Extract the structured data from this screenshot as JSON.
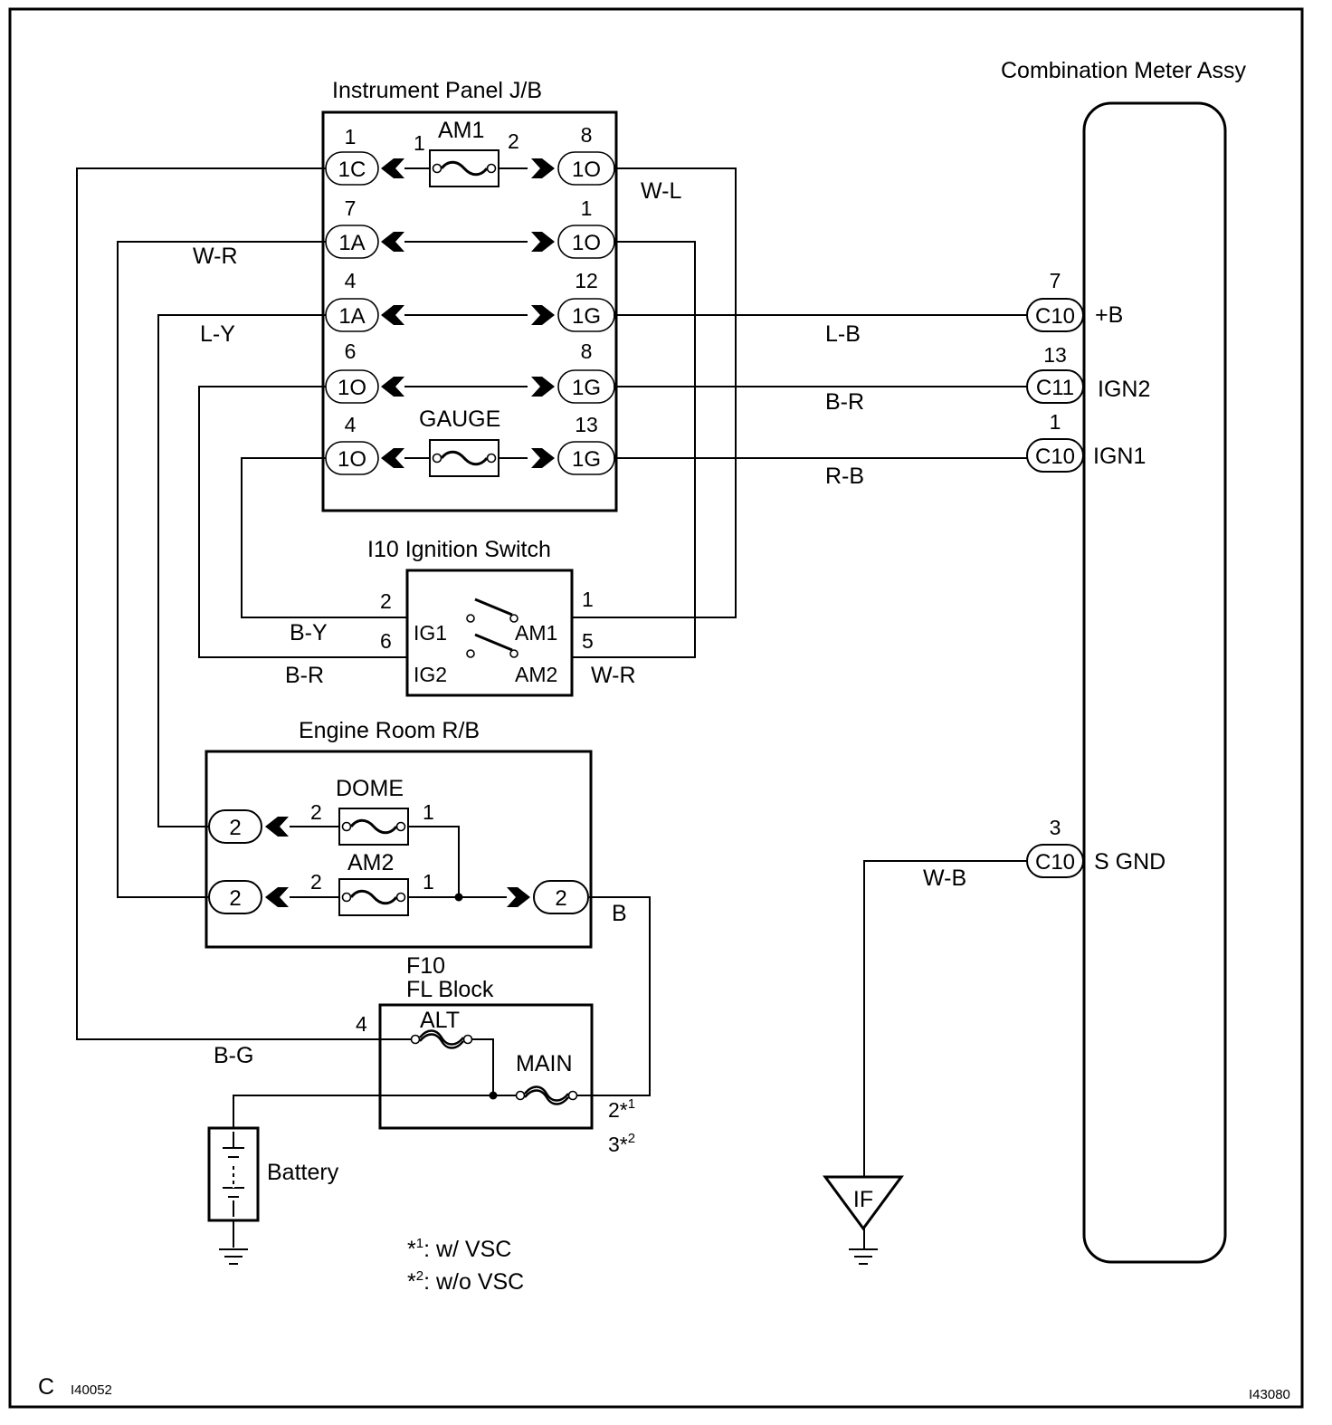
{
  "components": {
    "instrument_panel_jb": "Instrument Panel J/B",
    "combination_meter": "Combination Meter Assy",
    "ignition_switch": "I10 Ignition Switch",
    "engine_room_rb": "Engine Room R/B",
    "fl_block_code": "F10",
    "fl_block_name": "FL Block",
    "battery": "Battery",
    "ground_point": "IF"
  },
  "fuses": {
    "am1": "AM1",
    "gauge": "GAUGE",
    "dome": "DOME",
    "am2": "AM2",
    "alt": "ALT",
    "main": "MAIN"
  },
  "jb_connectors": {
    "left": [
      "1C",
      "1A",
      "1A",
      "1O",
      "1O"
    ],
    "left_pins": [
      "1",
      "7",
      "4",
      "6",
      "4"
    ],
    "right": [
      "1O",
      "1O",
      "1G",
      "1G",
      "1G"
    ],
    "right_pins": [
      "8",
      "1",
      "12",
      "8",
      "13"
    ],
    "am1_pin_in": "1",
    "am1_pin_out": "2"
  },
  "meter_terminals": [
    {
      "connector": "C10",
      "pin": "7",
      "name": "+B"
    },
    {
      "connector": "C11",
      "pin": "13",
      "name": "IGN2"
    },
    {
      "connector": "C10",
      "pin": "1",
      "name": "IGN1"
    },
    {
      "connector": "C10",
      "pin": "3",
      "name": "S GND"
    }
  ],
  "ignition_switch": {
    "pins": [
      "2",
      "6",
      "1",
      "5"
    ],
    "terminals": [
      "IG1",
      "IG2",
      "AM1",
      "AM2"
    ]
  },
  "engine_room_rb": {
    "connectors": [
      "2",
      "2",
      "2"
    ],
    "fuse_pins": [
      "2",
      "1",
      "2",
      "1"
    ]
  },
  "fl_block": {
    "alt_pin": "4",
    "main_pin_a": "2*",
    "main_pin_a_sup": "1",
    "main_pin_b": "3*",
    "main_pin_b_sup": "2"
  },
  "wire_colors": {
    "w_l": "W-L",
    "w_r_top": "W-R",
    "l_y": "L-Y",
    "l_b": "L-B",
    "b_r_right": "B-R",
    "r_b": "R-B",
    "b_y": "B-Y",
    "b_r_left": "B-R",
    "w_r_sw": "W-R",
    "b": "B",
    "b_g": "B-G",
    "w_b": "W-B"
  },
  "notes": {
    "n1_mark": "*",
    "n1_sup": "1",
    "n1_text": ": w/ VSC",
    "n2_mark": "*",
    "n2_sup": "2",
    "n2_text": ": w/o VSC"
  },
  "footer": {
    "letter": "C",
    "code_left": "I40052",
    "code_right": "I43080"
  }
}
